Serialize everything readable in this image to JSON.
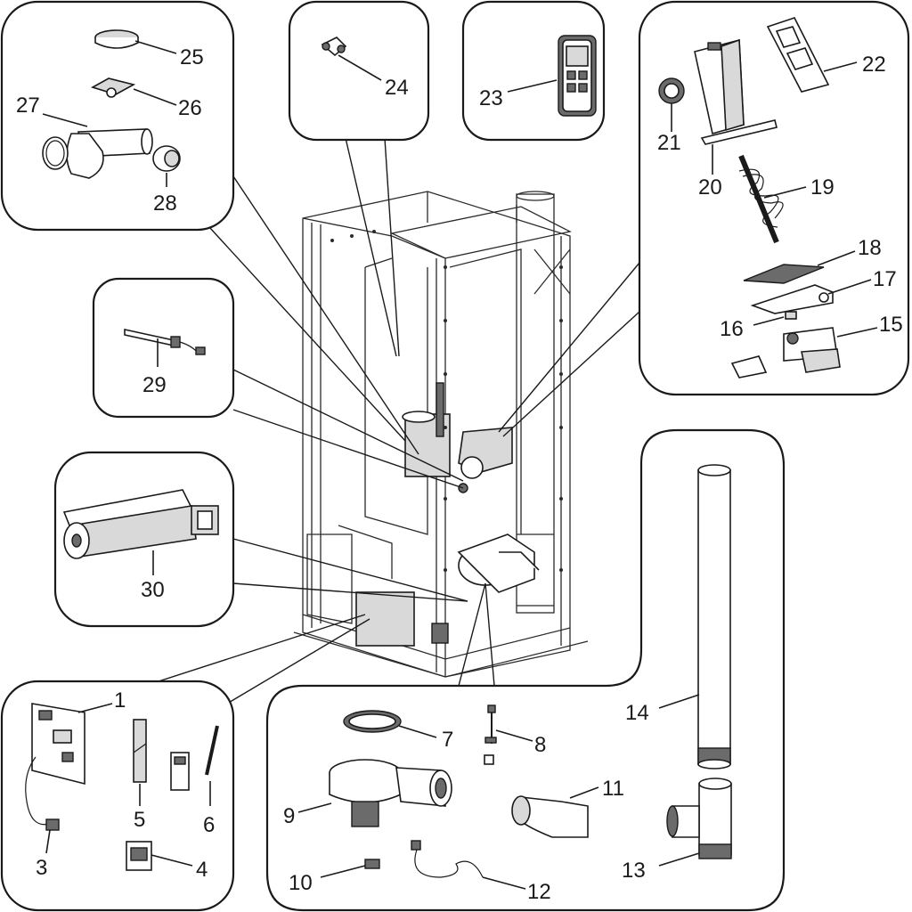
{
  "diagram": {
    "labels": {
      "p1": "1",
      "p3": "3",
      "p4": "4",
      "p5": "5",
      "p6": "6",
      "p7": "7",
      "p8": "8",
      "p9": "9",
      "p10": "10",
      "p11": "11",
      "p12": "12",
      "p13": "13",
      "p14": "14",
      "p15": "15",
      "p16": "16",
      "p17": "17",
      "p18": "18",
      "p19": "19",
      "p20": "20",
      "p21": "21",
      "p22": "22",
      "p23": "23",
      "p24": "24",
      "p25": "25",
      "p26": "26",
      "p27": "27",
      "p28": "28",
      "p29": "29",
      "p30": "30"
    }
  }
}
